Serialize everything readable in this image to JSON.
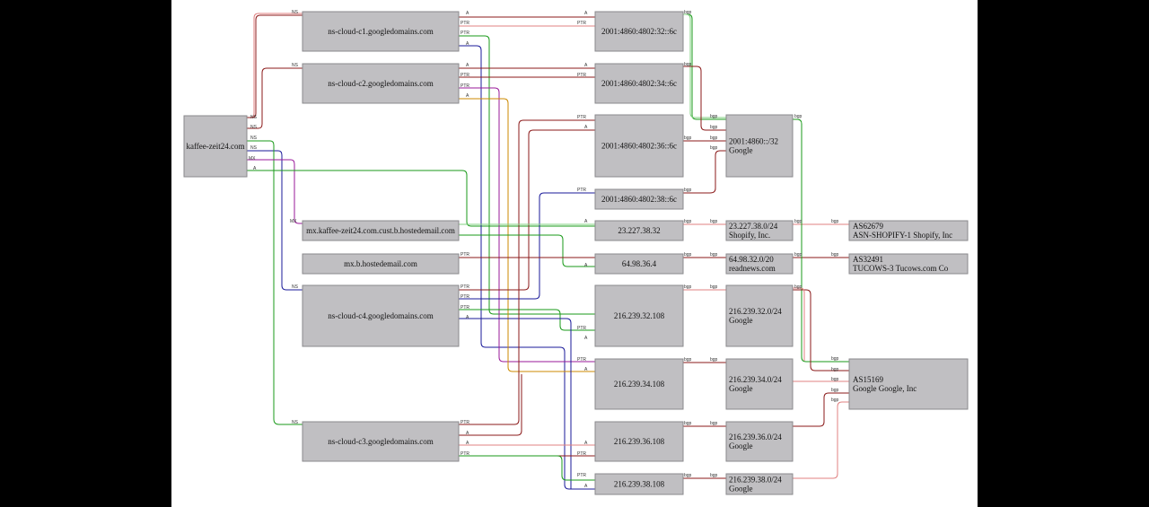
{
  "nodes": {
    "kaffee": {
      "lines": [
        "kaffee-zeit24.com"
      ]
    },
    "ns_c1": {
      "lines": [
        "ns-cloud-c1.googledomains.com"
      ]
    },
    "ns_c2": {
      "lines": [
        "ns-cloud-c2.googledomains.com"
      ]
    },
    "mx_kaffee": {
      "lines": [
        "mx.kaffee-zeit24.com.cust.b.hostedemail.com"
      ]
    },
    "mx_b": {
      "lines": [
        "mx.b.hostedemail.com"
      ]
    },
    "ns_c4": {
      "lines": [
        "ns-cloud-c4.googledomains.com"
      ]
    },
    "ns_c3": {
      "lines": [
        "ns-cloud-c3.googledomains.com"
      ]
    },
    "ip6_32": {
      "lines": [
        "2001:4860:4802:32::6c"
      ]
    },
    "ip6_34": {
      "lines": [
        "2001:4860:4802:34::6c"
      ]
    },
    "ip6_36": {
      "lines": [
        "2001:4860:4802:36::6c"
      ]
    },
    "ip6_38": {
      "lines": [
        "2001:4860:4802:38::6c"
      ]
    },
    "ip_23": {
      "lines": [
        "23.227.38.32"
      ]
    },
    "ip_64": {
      "lines": [
        "64.98.36.4"
      ]
    },
    "ip_216_32": {
      "lines": [
        "216.239.32.108"
      ]
    },
    "ip_216_34": {
      "lines": [
        "216.239.34.108"
      ]
    },
    "ip_216_36": {
      "lines": [
        "216.239.36.108"
      ]
    },
    "ip_216_38": {
      "lines": [
        "216.239.38.108"
      ]
    },
    "pfx_google6": {
      "lines": [
        "2001:4860::/32",
        "Google"
      ]
    },
    "pfx_shopify": {
      "lines": [
        "23.227.38.0/24",
        "Shopify, Inc."
      ]
    },
    "pfx_readnews": {
      "lines": [
        "64.98.32.0/20",
        "readnews.com"
      ]
    },
    "pfx_216_32": {
      "lines": [
        "216.239.32.0/24",
        "Google"
      ]
    },
    "pfx_216_34": {
      "lines": [
        "216.239.34.0/24",
        "Google"
      ]
    },
    "pfx_216_36": {
      "lines": [
        "216.239.36.0/24",
        "Google"
      ]
    },
    "pfx_216_38": {
      "lines": [
        "216.239.38.0/24",
        "Google"
      ]
    },
    "as_shopify": {
      "lines": [
        "AS62679",
        "ASN-SHOPIFY-1 Shopify, Inc"
      ]
    },
    "as_tucows": {
      "lines": [
        "AS32491",
        "TUCOWS-3 Tucows.com Co"
      ]
    },
    "as_google": {
      "lines": [
        "AS15169",
        "Google Google, Inc"
      ]
    }
  },
  "edge_labels": {
    "ns": "NS",
    "mx": "MX",
    "a": "A",
    "ptr": "PTR",
    "bgp": "bgp"
  },
  "colors": {
    "red": "#8b1a1a",
    "green": "#1a9a1a",
    "blue": "#1a1a9a",
    "purple": "#9a1a9a",
    "orange": "#cc8a00",
    "pink": "#e08080",
    "lightgreen": "#80d080",
    "lightblue": "#9090e0",
    "node_fill": "#c0bfc2"
  }
}
